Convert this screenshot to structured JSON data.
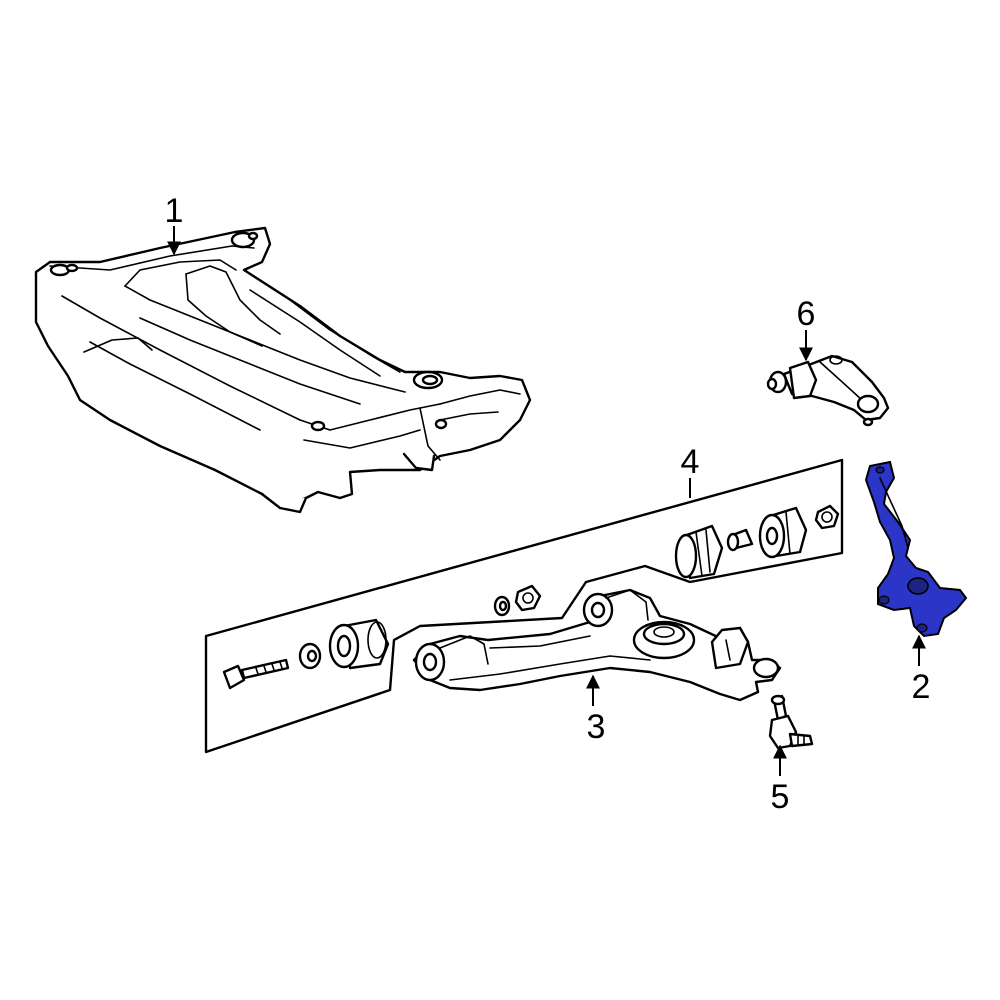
{
  "callouts": [
    {
      "id": "1",
      "label": "1"
    },
    {
      "id": "2",
      "label": "2"
    },
    {
      "id": "3",
      "label": "3"
    },
    {
      "id": "4",
      "label": "4"
    },
    {
      "id": "5",
      "label": "5"
    },
    {
      "id": "6",
      "label": "6"
    }
  ],
  "colors": {
    "highlight": "#2b35c8",
    "line": "#000000",
    "background": "#ffffff"
  }
}
